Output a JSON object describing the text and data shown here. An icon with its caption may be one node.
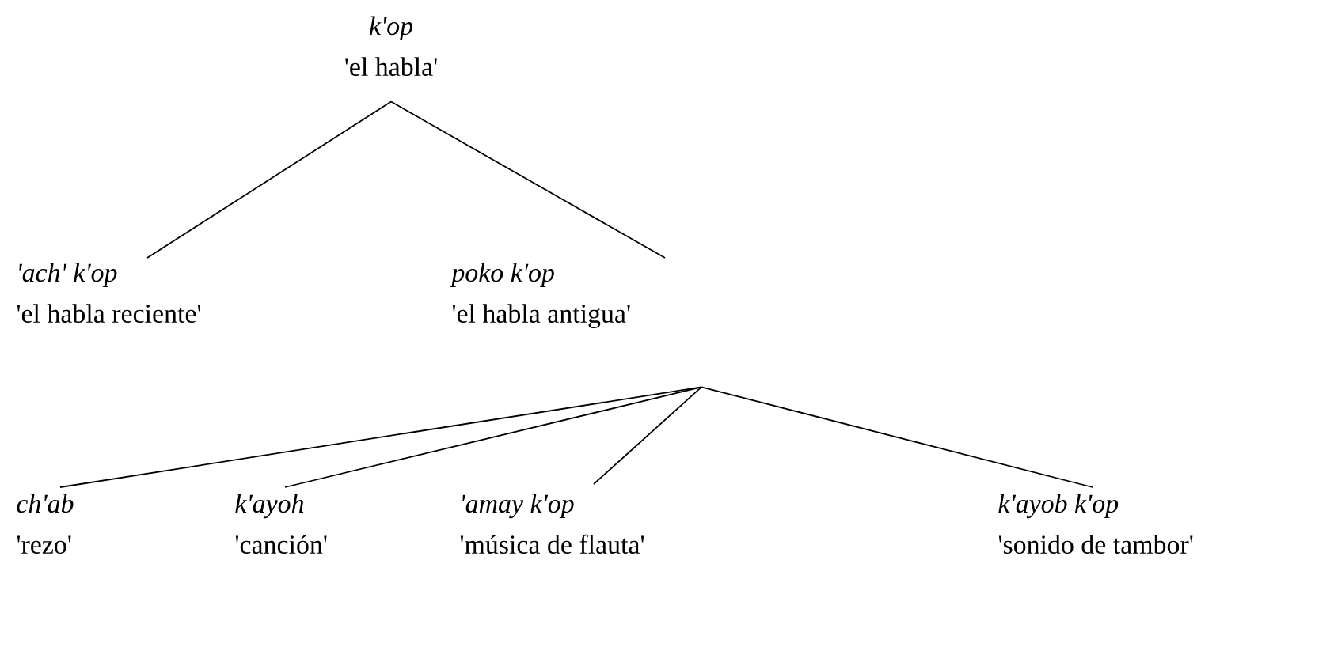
{
  "diagram": {
    "nodes": [
      {
        "text": [
          "k'op",
          "'el habla'"
        ]
      },
      {
        "text": [
          "'ach' k'op",
          "'el habla reciente'"
        ]
      },
      {
        "text": [
          "poko k'op",
          "'el habla antigua'"
        ]
      },
      {
        "text": [
          "ch'ab",
          "'rezo'"
        ]
      },
      {
        "text": [
          "k'ayoh",
          "'canción'"
        ]
      },
      {
        "text": [
          "'amay k'op",
          "'música de flauta'"
        ]
      },
      {
        "text": [
          "k'ayob k'op",
          "'sonido de tambor'"
        ]
      }
    ],
    "edges": [
      {
        "from": 0,
        "to": 1,
        "arrow": "none"
      },
      {
        "from": 0,
        "to": 2,
        "arrow": "none"
      },
      {
        "from": 2,
        "to": 3,
        "arrow": "none"
      },
      {
        "from": 2,
        "to": 4,
        "arrow": "none"
      },
      {
        "from": 2,
        "to": 5,
        "arrow": "none"
      },
      {
        "from": 2,
        "to": 6,
        "arrow": "none"
      }
    ]
  }
}
